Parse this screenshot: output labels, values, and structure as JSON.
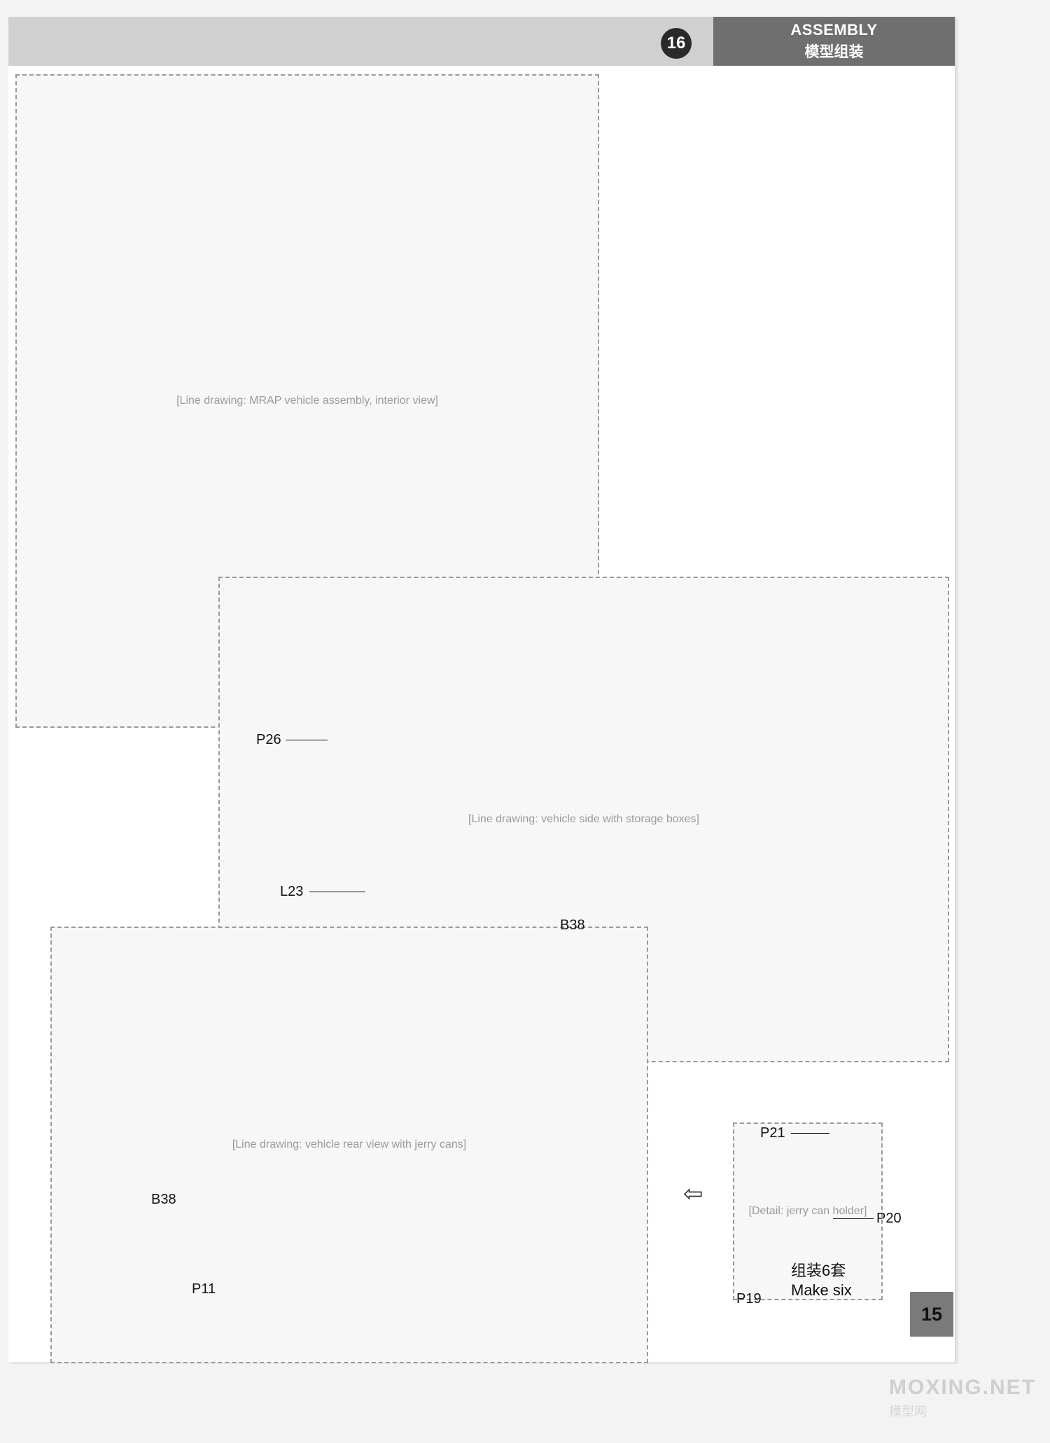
{
  "header": {
    "step_number": "16",
    "title_en": "ASSEMBLY",
    "title_zh": "模型组装"
  },
  "drawings": {
    "top_vehicle": "[Line drawing: MRAP vehicle assembly, interior view]",
    "middle_vehicle": "[Line drawing: vehicle side with storage boxes]",
    "bottom_vehicle": "[Line drawing: vehicle rear view with jerry cans]",
    "jerrycan_detail": "[Detail: jerry can holder]"
  },
  "callouts": {
    "p26": "P26",
    "l23": "L23",
    "b38_mid": "B38",
    "b38_bottom": "B38",
    "p11": "P11",
    "p21": "P21",
    "p20": "P20",
    "p19": "P19"
  },
  "caption": {
    "zh": "组装6套",
    "en": "Make six"
  },
  "page_number": "15",
  "watermark": {
    "line1": "MOXING.NET",
    "line2": "模型网"
  }
}
